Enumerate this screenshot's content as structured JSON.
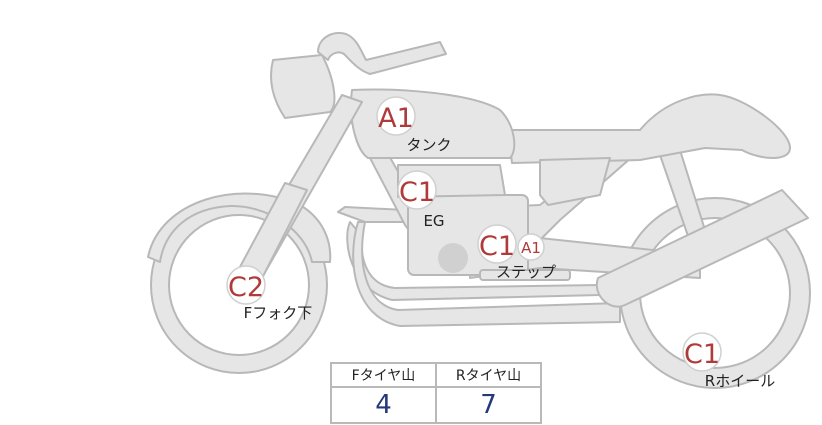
{
  "colors": {
    "body_fill": "#e6e6e6",
    "body_stroke": "#b8b8b8",
    "marker_text": "#b03a3a",
    "marker_fill": "#ffffff",
    "value_text": "#23397a"
  },
  "markers": {
    "tank_grade": "A1",
    "engine_grade": "C1",
    "step_grade_main": "C1",
    "step_grade_sub": "A1",
    "fork_grade": "C2",
    "wheel_grade": "C1"
  },
  "labels": {
    "tank": "タンク",
    "engine": "EG",
    "step": "ステップ",
    "fork": "Fフォク下",
    "wheel": "Rホイール"
  },
  "tyre_table": {
    "front_header": "Fタイヤ山",
    "rear_header": "Rタイヤ山",
    "front_value": "4",
    "rear_value": "7"
  }
}
